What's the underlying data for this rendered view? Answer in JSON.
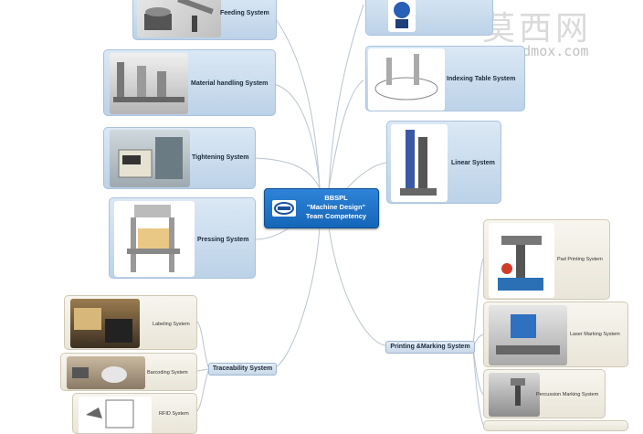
{
  "central": {
    "line1": "BBSPL",
    "line2": "\"Machine Design\"",
    "line3": "Team Competency"
  },
  "left_branches": [
    {
      "label": "Feeding System"
    },
    {
      "label": "Material handling System"
    },
    {
      "label": "Tightening System"
    },
    {
      "label": "Pressing System"
    }
  ],
  "right_branches": [
    {
      "label": "Indexing Table System"
    },
    {
      "label": "Linear System"
    }
  ],
  "traceability": {
    "label": "Traceability System",
    "children": [
      {
        "label": "Labeling System"
      },
      {
        "label": "Barcoding System"
      },
      {
        "label": "RFID System"
      }
    ]
  },
  "printing": {
    "label": "Printing &Marking System",
    "children": [
      {
        "label": "Pad Printing System"
      },
      {
        "label": "Laser Marking System"
      },
      {
        "label": "Percussion Marking System"
      }
    ]
  },
  "watermark": {
    "chinese": "莫西网",
    "url": "www.3dmox.com"
  },
  "colors": {
    "central": "#1a6fc4",
    "node_blue": "#c8dbee",
    "node_beige": "#efece2",
    "connector": "#b9c4cf"
  }
}
